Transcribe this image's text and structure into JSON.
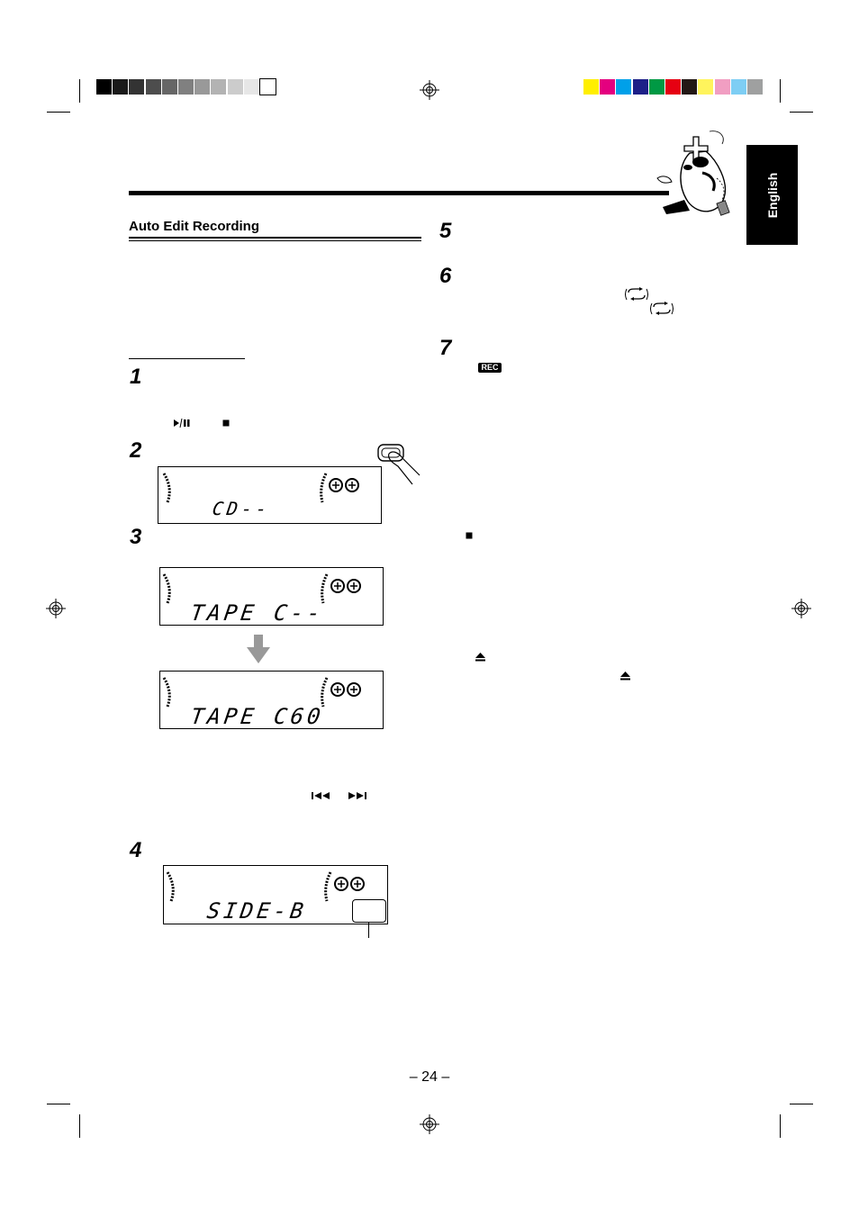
{
  "header": {
    "section_title": "Auto Edit Recording",
    "language_tab": "English"
  },
  "steps": [
    "1",
    "2",
    "3",
    "4",
    "5",
    "6",
    "7"
  ],
  "displays": {
    "step2": "CD--",
    "step3_before": "TAPE C--",
    "step3_after": "TAPE C60",
    "step4": "SIDE-B"
  },
  "badges": {
    "rec": "REC"
  },
  "footer": {
    "page_number": "– 24 –"
  },
  "colors": {
    "gray_scale": [
      "#000000",
      "#1a1a1a",
      "#333333",
      "#4d4d4d",
      "#666666",
      "#808080",
      "#999999",
      "#b3b3b3",
      "#cccccc",
      "#e6e6e6",
      "#ffffff"
    ],
    "color_bar": [
      "#ffef00",
      "#e4007f",
      "#00a0e9",
      "#1d2088",
      "#009944",
      "#e60012",
      "#231815",
      "#fff45c",
      "#f19ec2",
      "#7ecef4",
      "#9fa0a0"
    ]
  },
  "icons": [
    "registration-mark",
    "play-pause-icon",
    "stop-icon",
    "repeat-icon",
    "eject-icon",
    "skip-back-icon",
    "skip-forward-icon",
    "arrow-down-icon",
    "hand-press-icon",
    "mascot-illustration"
  ]
}
